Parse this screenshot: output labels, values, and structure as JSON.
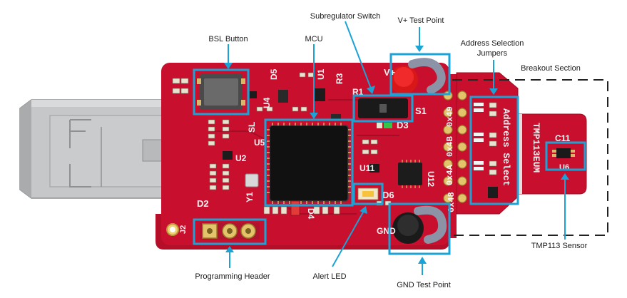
{
  "labels": {
    "bsl_button": "BSL Button",
    "mcu": "MCU",
    "subregulator_switch": "Subregulator Switch",
    "v_plus_test_point": "V+ Test Point",
    "address_selection_jumpers_line1": "Address Selection",
    "address_selection_jumpers_line2": "Jumpers",
    "breakout_section": "Breakout Section",
    "tmp113_sensor": "TMP113 Sensor",
    "programming_header": "Programming Header",
    "alert_led": "Alert LED",
    "gnd_test_point": "GND Test Point"
  },
  "silkscreen": {
    "d5": "D5",
    "u1": "U1",
    "r3": "R3",
    "u4": "U4",
    "r1": "R1",
    "s1": "S1",
    "u5": "U5",
    "u2": "U2",
    "y1": "Y1",
    "d2": "D2",
    "d3": "D3",
    "u11": "U11",
    "u12": "U12",
    "d6": "D6",
    "d4": "D4",
    "j2": "J2",
    "sl": "SL",
    "vplus": "V+",
    "gnd": "GND",
    "address_select": "Address Select",
    "addr_0x49": "0x49",
    "addr_0x4b": "0x4B",
    "addr_0x4a": "0x4A",
    "addr_0x48": "0x48",
    "board_name": "TMP113EUM",
    "c11": "C11",
    "u6": "U6"
  },
  "colors": {
    "pcb": "#c8102e",
    "pcb_dark": "#9e0c22",
    "highlight": "#1ba3d6",
    "usb_metal": "#bfc1c3"
  }
}
